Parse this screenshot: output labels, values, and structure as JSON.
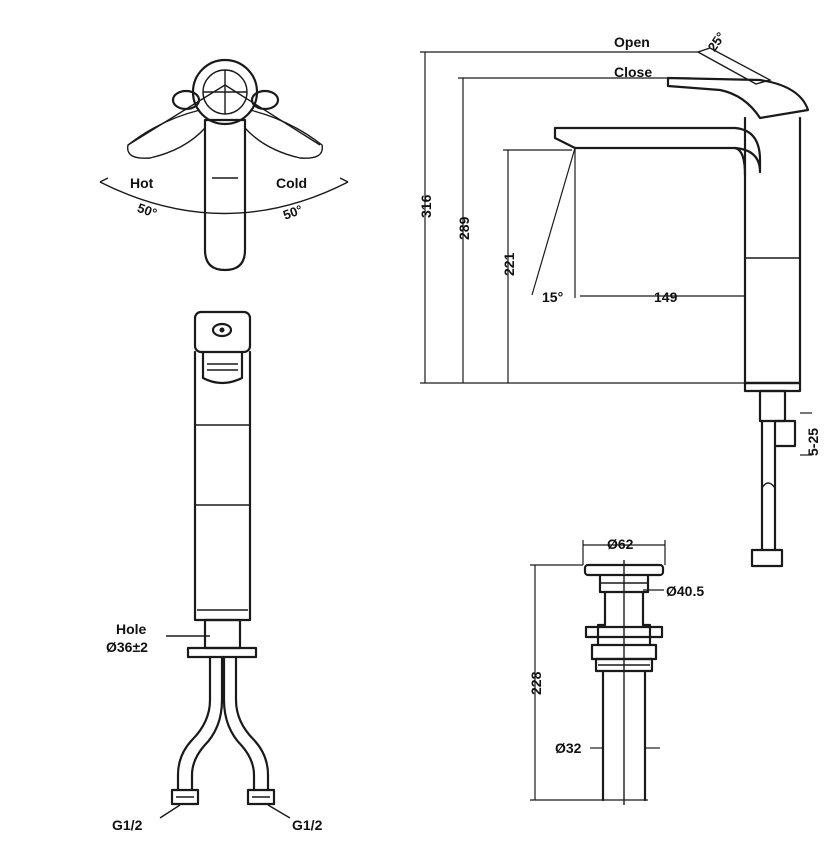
{
  "labels": {
    "open": "Open",
    "close": "Close",
    "open_angle": "25°",
    "hot": "Hot",
    "cold": "Cold",
    "angle_hot": "50°",
    "angle_cold": "50°",
    "height_total": "316",
    "height_close": "289",
    "height_spout": "221",
    "spout_angle": "15°",
    "spout_reach": "149",
    "deck_range": "5-25",
    "hole": "Hole",
    "hole_dia": "Ø36±2",
    "conn_left": "G1/2",
    "conn_right": "G1/2",
    "drain_top_dia": "Ø62",
    "drain_mid_dia": "Ø40.5",
    "drain_height": "228",
    "drain_pipe_dia": "Ø32"
  }
}
